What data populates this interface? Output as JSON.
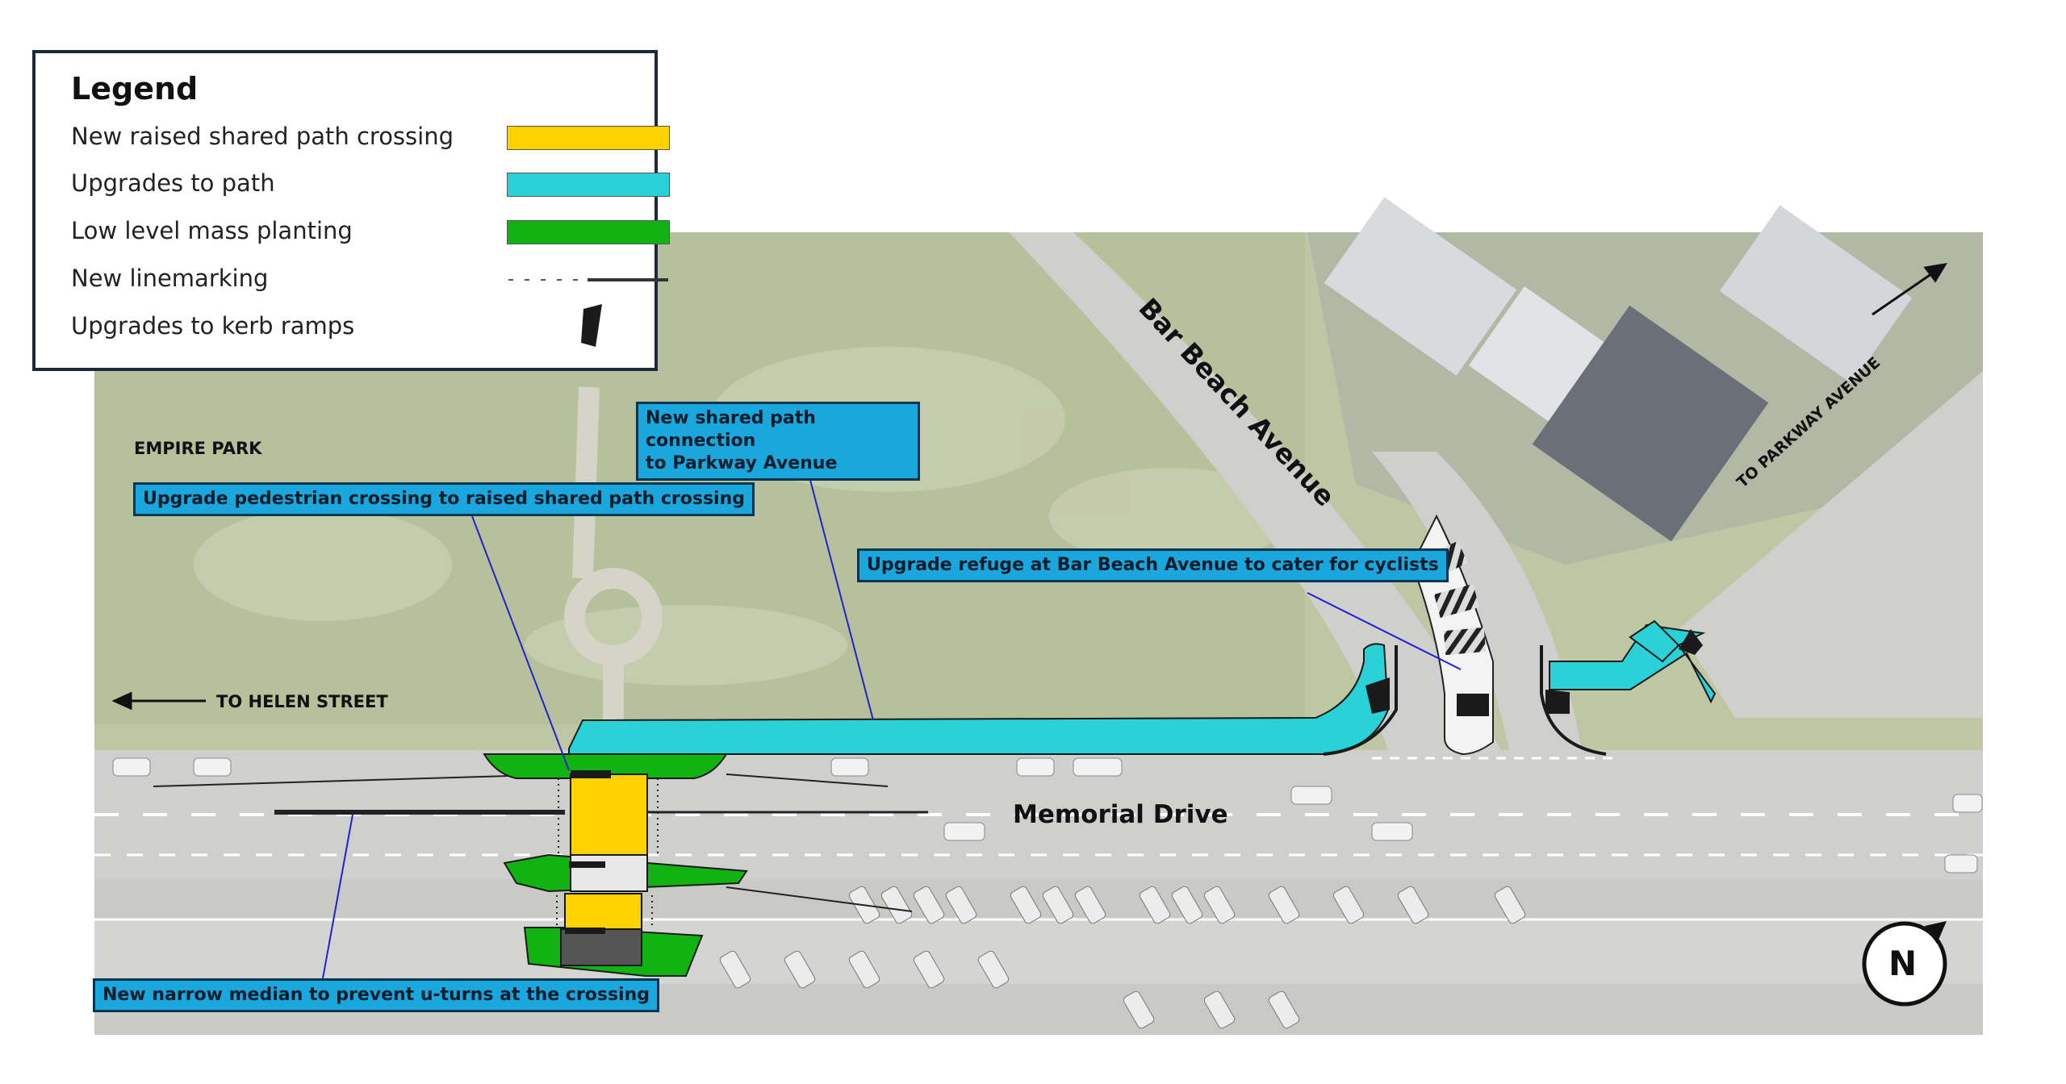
{
  "legend": {
    "title": "Legend",
    "items": [
      {
        "label": "New raised shared path crossing",
        "color": "#ffd200"
      },
      {
        "label": "Upgrades to path",
        "color": "#2ad1d6"
      },
      {
        "label": "Low level mass planting",
        "color": "#11b312"
      },
      {
        "label": "New linemarking",
        "color": "#333333"
      },
      {
        "label": "Upgrades to kerb ramps",
        "color": "#1a1a1a"
      }
    ]
  },
  "callouts": {
    "shared_path_connection": "New shared path connection\nto Parkway Avenue",
    "upgrade_ped_crossing": "Upgrade pedestrian crossing to raised shared path crossing",
    "upgrade_refuge": "Upgrade refuge at Bar Beach Avenue to cater for cyclists",
    "narrow_median": "New narrow median to prevent u-turns at the crossing"
  },
  "places": {
    "park": "EMPIRE PARK",
    "to_helen": "TO HELEN STREET",
    "to_parkway": "TO PARKWAY AVENUE",
    "bar_beach": "Bar Beach Avenue",
    "memorial": "Memorial Drive"
  },
  "compass": {
    "letter": "N"
  },
  "colors": {
    "grass": "#b9c29e",
    "road": "#cfcfcd",
    "path": "#2ad1d6",
    "planting": "#11b312",
    "crossing": "#ffd200",
    "callout": "#1aa7dd"
  }
}
